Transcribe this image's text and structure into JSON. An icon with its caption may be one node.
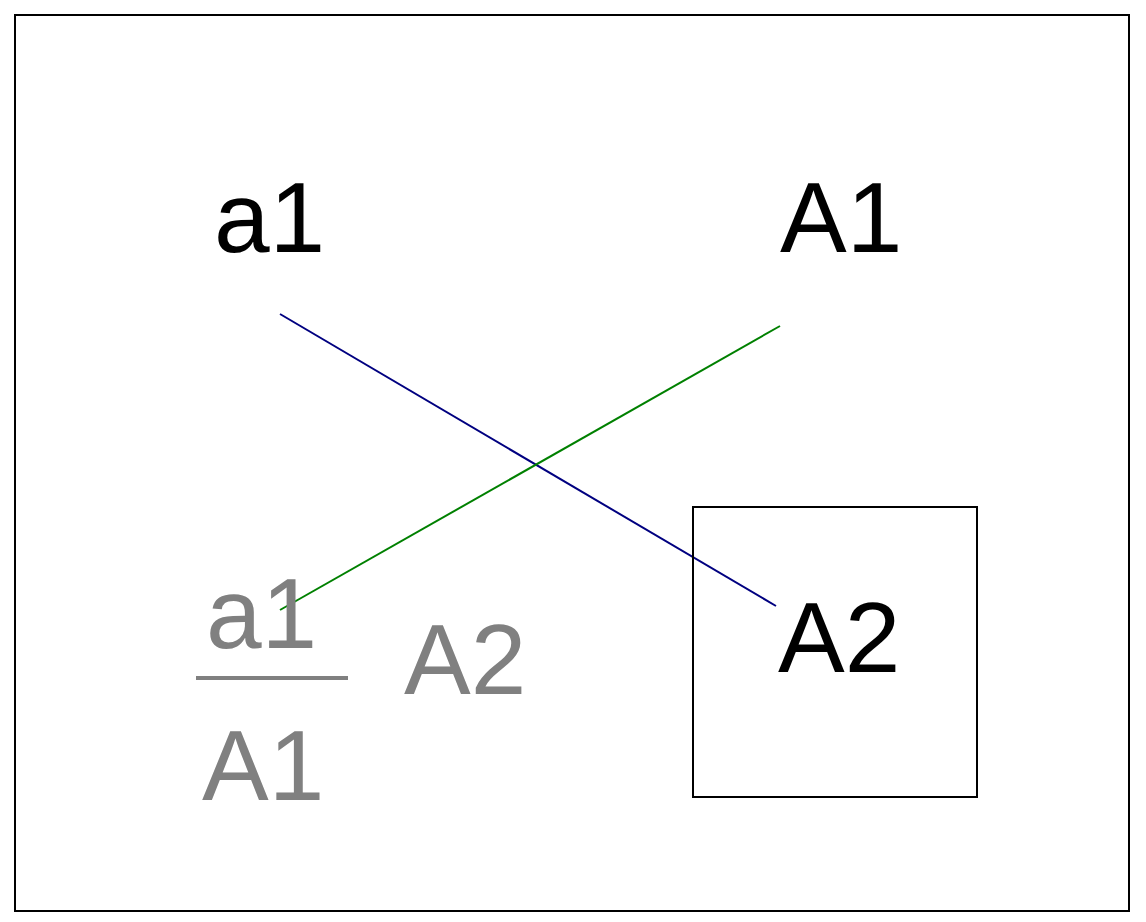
{
  "diagram": {
    "nodes": [
      {
        "text": [
          "a1"
        ]
      },
      {
        "text": [
          "A1"
        ]
      },
      {
        "text": [
          "a1",
          "A1"
        ]
      },
      {
        "text": [
          "A2"
        ]
      }
    ],
    "edges": [
      {
        "from": 0,
        "to": 3,
        "arrow": "none",
        "color": "#000080"
      },
      {
        "from": 1,
        "to": 2,
        "arrow": "none",
        "color": "#008000"
      }
    ],
    "labels": [
      "A2"
    ]
  }
}
